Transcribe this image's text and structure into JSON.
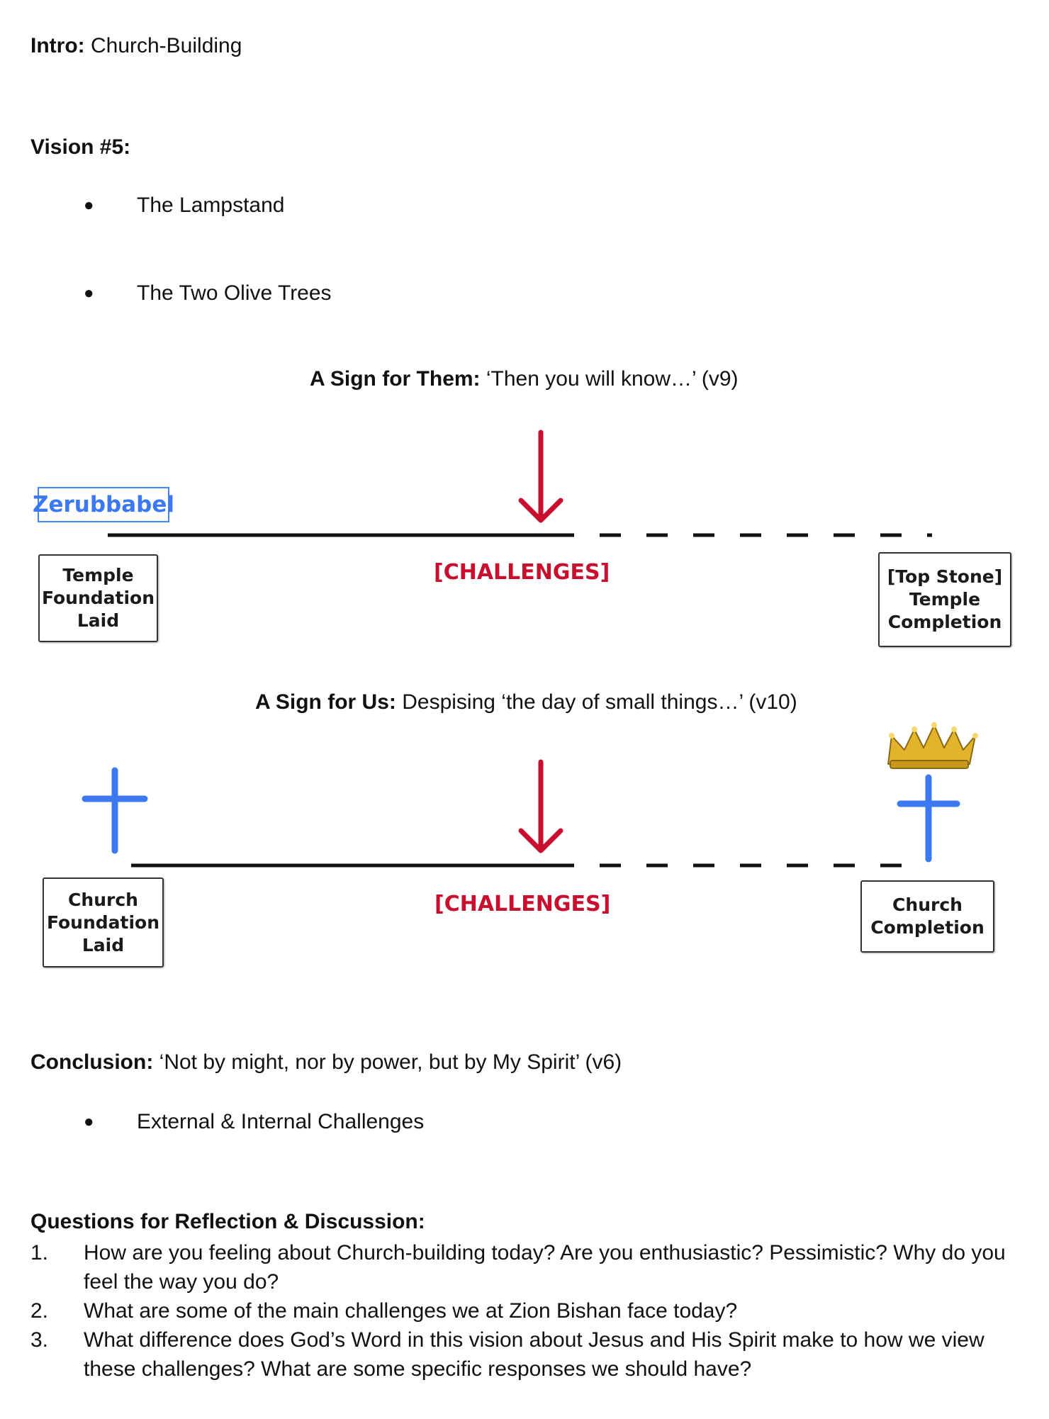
{
  "intro": {
    "label": "Intro:",
    "text": " Church-Building"
  },
  "vision": {
    "label": "Vision #5:",
    "bullets": [
      "The Lampstand",
      "The Two Olive Trees"
    ]
  },
  "sign_them": {
    "label": "A Sign for Them:",
    "text": " ‘Then you will know…’ (v9)",
    "name_tag": "Zerubbabel",
    "challenges": "[CHALLENGES]",
    "left_box": [
      "Temple",
      "Foundation",
      "Laid"
    ],
    "right_box": [
      "[Top Stone]",
      "Temple",
      "Completion"
    ]
  },
  "sign_us": {
    "label": "A Sign for Us:",
    "text": " Despising ‘the day of small things…’ (v10)",
    "challenges": "[CHALLENGES]",
    "left_box": [
      "Church",
      "Foundation",
      "Laid"
    ],
    "right_box": [
      "Church",
      "Completion"
    ]
  },
  "conclusion": {
    "label": "Conclusion:",
    "text": " ‘Not by might, nor by power, but by My Spirit’ (v6)",
    "bullets": [
      "External & Internal Challenges"
    ]
  },
  "questions": {
    "label": "Questions for Reflection & Discussion:",
    "items": [
      {
        "num": "1.",
        "text": "How are you feeling about Church-building today? Are you enthusiastic? Pessimistic? Why do you feel the way you do?"
      },
      {
        "num": "2.",
        "text": "What are some of the main challenges we at Zion Bishan face today?"
      },
      {
        "num": "3.",
        "text": "What difference does God’s Word in this vision about Jesus and His Spirit make to how we view these challenges? What are some specific responses we should have?"
      }
    ]
  },
  "colors": {
    "red": "#c8102e",
    "blue": "#3c78f0",
    "gold": "#d4a017"
  },
  "icons": [
    "bullet-dot",
    "down-arrow-icon",
    "cross-icon",
    "crown-icon"
  ]
}
